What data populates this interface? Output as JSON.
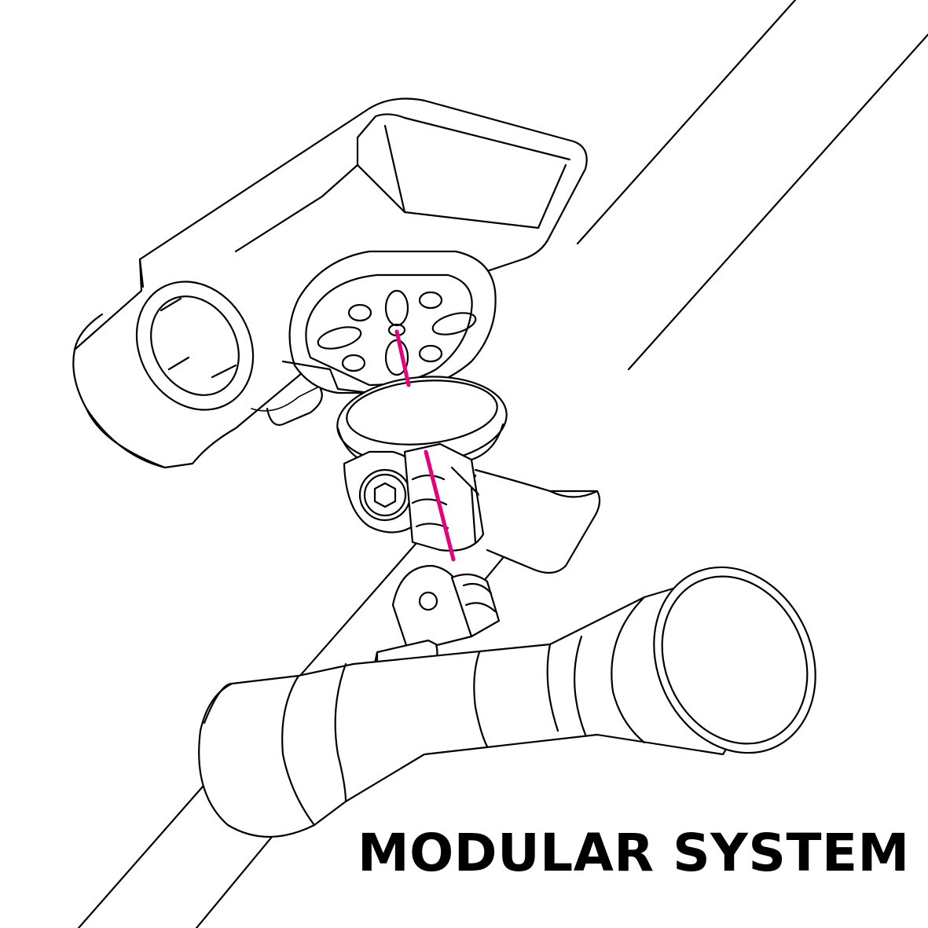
{
  "caption": "MODULAR SYSTEM",
  "colors": {
    "line": "#000000",
    "accent": "#e6007e",
    "background": "#ffffff"
  },
  "components": [
    "handlebar-tube",
    "out-front-computer-mount",
    "round-mount-adapter",
    "action-camera-mount-adapter",
    "handlebar-clamp",
    "light"
  ],
  "icons": [
    "hex-bolt-icon",
    "clover-mount-pattern-icon"
  ]
}
